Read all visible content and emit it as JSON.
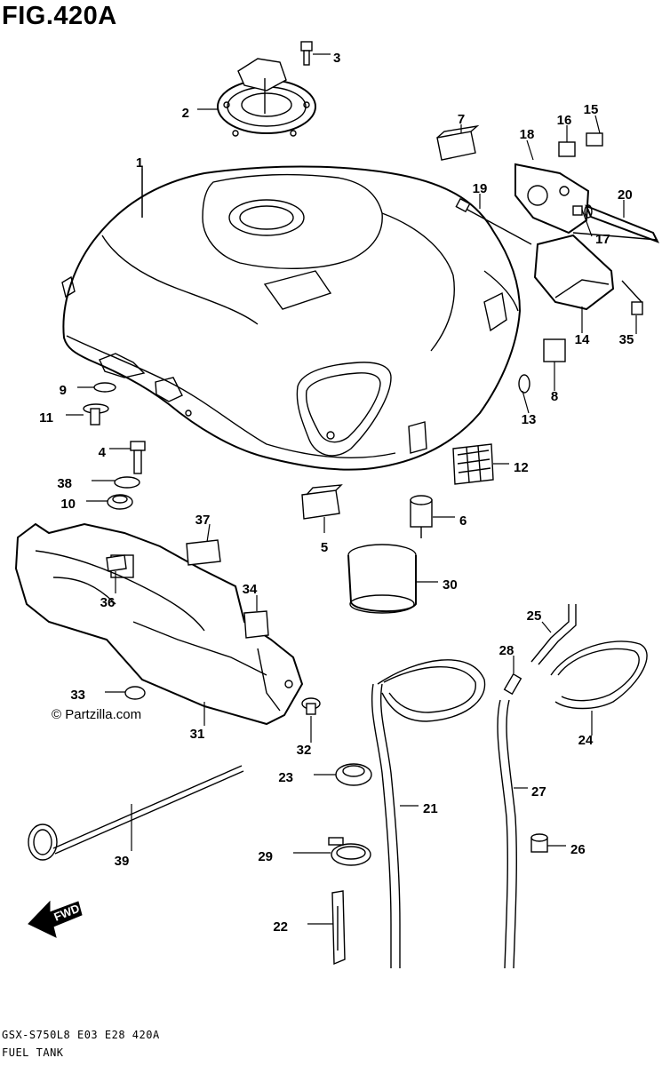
{
  "figure": {
    "title": "FIG.420A",
    "model_line": "GSX-S750L8 E03 E28 420A",
    "section_name": "FUEL TANK",
    "copyright": "© Partzilla.com",
    "fwd_label": "FWD"
  },
  "callouts": [
    "1",
    "2",
    "3",
    "4",
    "5",
    "6",
    "7",
    "8",
    "9",
    "10",
    "11",
    "12",
    "13",
    "14",
    "15",
    "16",
    "17",
    "18",
    "19",
    "20",
    "21",
    "22",
    "23",
    "24",
    "25",
    "26",
    "27",
    "28",
    "29",
    "30",
    "31",
    "32",
    "33",
    "34",
    "35",
    "36",
    "37",
    "38",
    "39"
  ]
}
